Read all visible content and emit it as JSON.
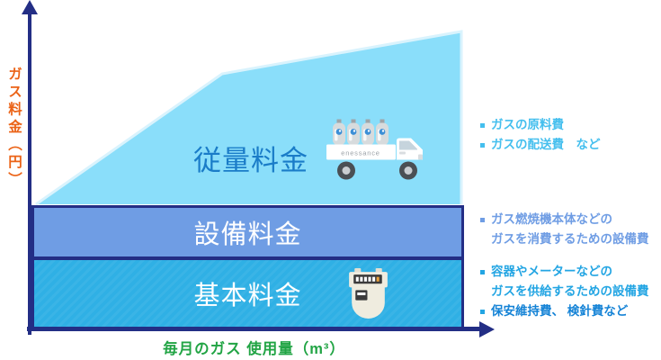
{
  "axes": {
    "y_label": "ガス料金（円）",
    "x_label": "毎月のガス 使用量（m³）"
  },
  "regions": {
    "variable": {
      "label": "従量料金"
    },
    "equipment": {
      "label": "設備料金"
    },
    "basic": {
      "label": "基本料金"
    }
  },
  "truck": {
    "brand": "enessance"
  },
  "annotations": [
    {
      "lines": [
        {
          "text": "ガスの原料費"
        },
        {
          "text": "ガスの配送費　など"
        }
      ]
    },
    {
      "lines": [
        {
          "text": "ガス燃焼機本体などの"
        },
        {
          "text": "ガスを消費するための設備費"
        }
      ]
    },
    {
      "lines": [
        {
          "text": "容器やメーターなどの"
        },
        {
          "text": "ガスを供給するための設備費"
        },
        {
          "text": "保安維持費、 検針費など"
        }
      ]
    }
  ],
  "colors": {
    "axis": "#232E85",
    "variable_region_fill": "#8ADEFA",
    "variable_region_edge": "#D9F3FD",
    "equipment_band_fill": "#6F9DE4",
    "basic_band_fill": "#2FB0E5",
    "variable_label_text": "#1A7CC8",
    "band_label_text": "#FFFFFF",
    "y_axis_label_text": "#EB6317",
    "x_axis_label_text": "#21A444",
    "annotation_variable_text": "#45BFEE",
    "annotation_equipment_text": "#6F9DE4",
    "annotation_basic_text": "#23A5E3",
    "annotation_basic_dark_text": "#1583D6"
  }
}
